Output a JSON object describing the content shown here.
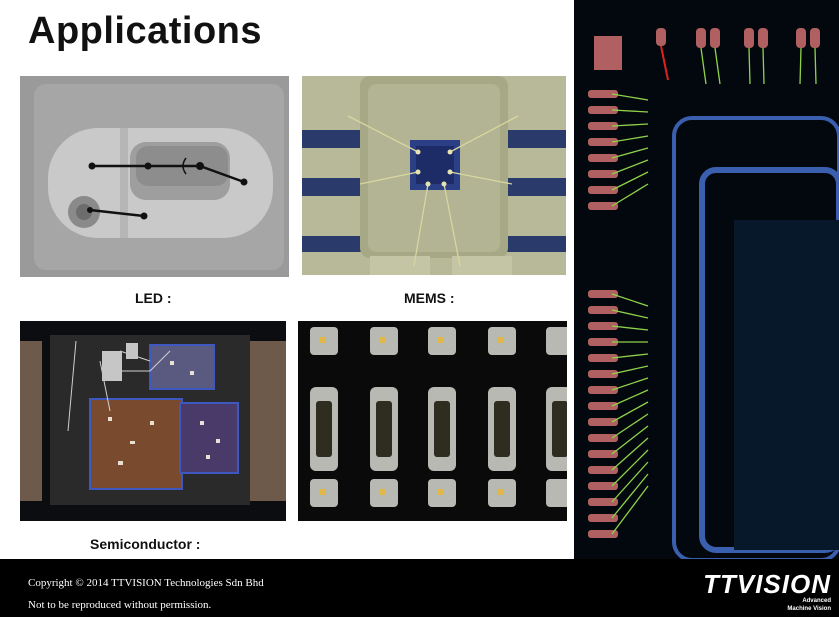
{
  "slide": {
    "title": "Applications"
  },
  "captions": {
    "led": "LED :",
    "mems": "MEMS :",
    "semiconductor": "Semiconductor :"
  },
  "footer": {
    "copyright": "Copyright © 2014 TTVISION Technologies Sdn Bhd",
    "notice": "Not to be reproduced without permission."
  },
  "logo": {
    "brand": "TTVISION",
    "tagline_1": "Advanced",
    "tagline_2": "Machine Vision"
  },
  "colors": {
    "footer_bg": "#000000",
    "title_text": "#111111",
    "die_background": "#03080e",
    "bond_wire": "#8fd24a"
  }
}
